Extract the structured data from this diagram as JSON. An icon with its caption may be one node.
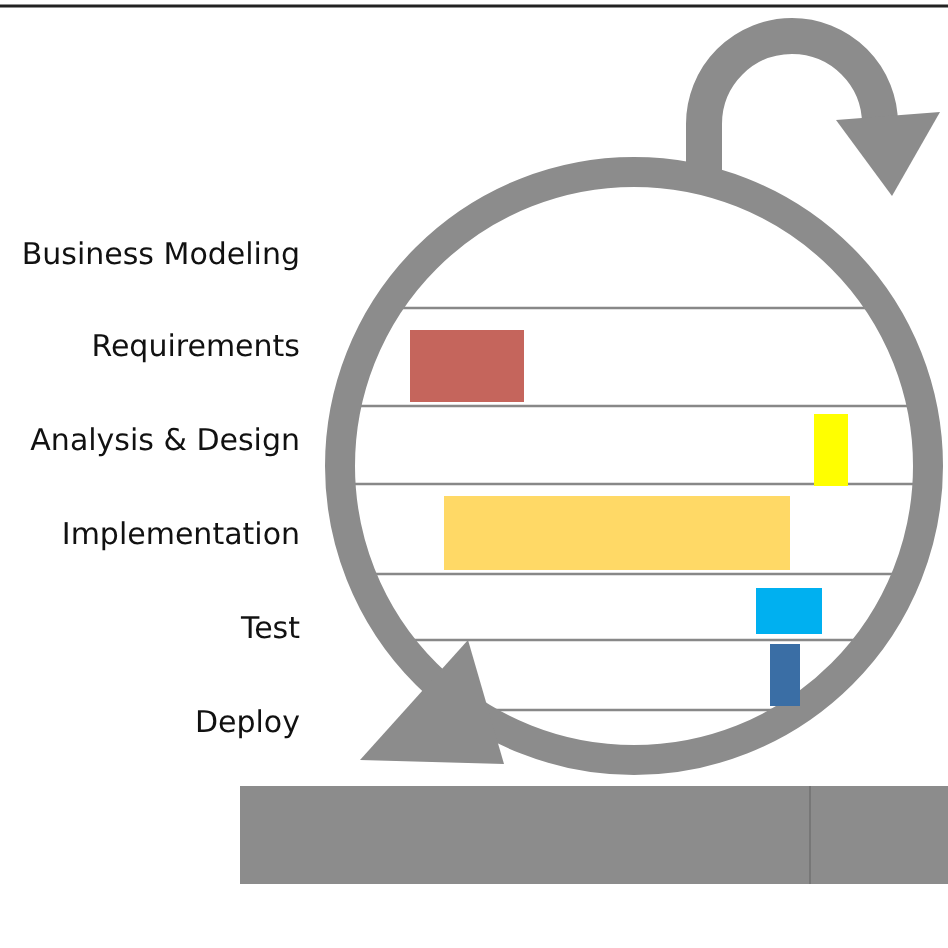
{
  "diagram": {
    "labels": [
      "Business Modeling",
      "Requirements",
      "Analysis & Design",
      "Implementation",
      "Test",
      "Deploy"
    ]
  }
}
